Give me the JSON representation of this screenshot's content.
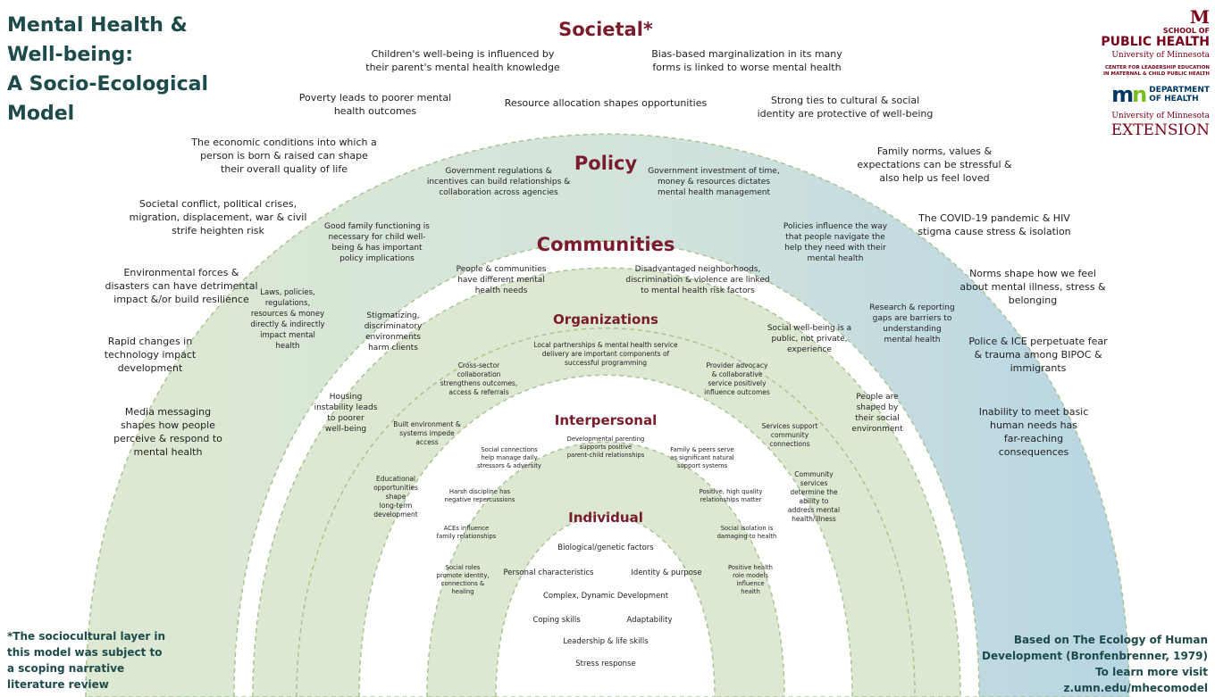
{
  "title": [
    "Mental Health &",
    "Well-being:",
    "A Socio-Ecological",
    "Model"
  ],
  "footnote": [
    "*The sociocultural layer in",
    "this model was subject to",
    "a scoping narrative",
    "literature review"
  ],
  "credit": [
    "Based on The Ecology of Human",
    "Development (Bronfenbrenner, 1979)",
    "To learn more visit",
    "z.umn.edu/mhecomodel"
  ],
  "logos": {
    "umn_mark": "M",
    "sph_school_of": "SCHOOL OF",
    "sph_public_health": "PUBLIC HEALTH",
    "umn_name_1": "University of Minnesota",
    "center_lead_1": "CENTER FOR LEADERSHIP EDUCATION",
    "center_lead_2": "IN MATERNAL & CHILD PUBLIC HEALTH",
    "mdh_department": "DEPARTMENT",
    "mdh_of_health": "OF HEALTH",
    "umn_name_2": "University of Minnesota",
    "extension": "EXTENSION"
  },
  "colors": {
    "societal_fill": "#c2dbe0",
    "societal_fill_light": "#dde9d8",
    "green_fill": "#dde8d2",
    "white_fill": "#ffffff",
    "ring_border": "#a9c493",
    "layer_title": "#7a1c2e",
    "title_text": "#1d4a4a"
  },
  "layers": {
    "societal": {
      "title": "Societal*",
      "items": [
        [
          "Children's well-being is influenced by",
          "their parent's mental health knowledge"
        ],
        [
          "Bias-based marginalization in its many",
          "forms is linked to worse mental health"
        ],
        [
          "Poverty leads to poorer mental",
          "health outcomes"
        ],
        [
          "Resource allocation shapes opportunities"
        ],
        [
          "Strong ties to cultural & social",
          "identity are protective of well-being"
        ],
        [
          "The economic conditions into which a",
          "person is born & raised can shape",
          "their overall quality of life"
        ],
        [
          "Family norms, values &",
          "expectations can be stressful &",
          "also help us feel loved"
        ],
        [
          "Societal conflict, political crises,",
          "migration, displacement, war & civil",
          "strife heighten risk"
        ],
        [
          "The COVID-19 pandemic & HIV",
          "stigma cause stress & isolation"
        ],
        [
          "Environmental forces &",
          "disasters can have detrimental",
          "impact &/or build resilience"
        ],
        [
          "Norms shape how we feel",
          "about mental illness, stress &",
          "belonging"
        ],
        [
          "Rapid changes in",
          "technology impact",
          "development"
        ],
        [
          "Police & ICE perpetuate fear",
          "& trauma among BIPOC &",
          "immigrants"
        ],
        [
          "Media messaging",
          "shapes how people",
          "perceive & respond to",
          "mental health"
        ],
        [
          "Inability to meet basic",
          "human needs has",
          "far-reaching",
          "consequences"
        ]
      ]
    },
    "policy": {
      "title": "Policy",
      "items": [
        [
          "Government regulations &",
          "incentives can build relationships &",
          "collaboration across agencies"
        ],
        [
          "Government investment of time,",
          "money & resources dictates",
          "mental health management"
        ],
        [
          "Good family functioning is",
          "necessary for child well-",
          "being & has important",
          "policy implications"
        ],
        [
          "Policies influence the way",
          "that people navigate the",
          "help they need with their",
          "mental health"
        ],
        [
          "Laws, policies,",
          "regulations,",
          "resources & money",
          "directly & indirectly",
          "impact mental",
          "health"
        ],
        [
          "Research & reporting",
          "gaps are barriers to",
          "understanding",
          "mental health"
        ]
      ]
    },
    "communities": {
      "title": "Communities",
      "items": [
        [
          "People & communities",
          "have different mental",
          "health needs"
        ],
        [
          "Disadvantaged neighborhoods,",
          "discrimination & violence are linked",
          "to mental health risk factors"
        ],
        [
          "Stigmatizing,",
          "discriminatory",
          "environments",
          "harm clients"
        ],
        [
          "Social well-being is a",
          "public, not private,",
          "experience"
        ],
        [
          "Housing",
          "instability leads",
          "to poorer",
          "well-being"
        ],
        [
          "People are",
          "shaped by",
          "their social",
          "environment"
        ]
      ]
    },
    "organizations": {
      "title": "Organizations",
      "items": [
        [
          "Local partnerships & mental health service",
          "delivery are important components of",
          "successful programming"
        ],
        [
          "Cross-sector",
          "collaboration",
          "strengthens outcomes,",
          "access & referrals"
        ],
        [
          "Provider advocacy",
          "& collaborative",
          "service positively",
          "influence outcomes"
        ],
        [
          "Built environment &",
          "systems impede",
          "access"
        ],
        [
          "Services support",
          "community",
          "connections"
        ],
        [
          "Educational",
          "opportunities",
          "shape",
          "long-term",
          "development"
        ],
        [
          "Community",
          "services",
          "determine the",
          "ability to",
          "address mental",
          "health/illness"
        ]
      ]
    },
    "interpersonal": {
      "title": "Interpersonal",
      "items": [
        [
          "Developmental parenting",
          "supports positive",
          "parent-child relationships"
        ],
        [
          "Social connections",
          "help manage daily",
          "stressors & adversity"
        ],
        [
          "Family & peers serve",
          "as significant natural",
          "support systems"
        ],
        [
          "Harsh discipline has",
          "negative repercussions"
        ],
        [
          "Positive, high quality",
          "relationships matter"
        ],
        [
          "ACEs influence",
          "family relationships"
        ],
        [
          "Social isolation is",
          "damaging to health"
        ],
        [
          "Social roles",
          "promote identity,",
          "connections &",
          "healing"
        ],
        [
          "Positive health",
          "role models",
          "influence",
          "health"
        ]
      ]
    },
    "individual": {
      "title": "Individual",
      "items": [
        [
          "Biological/genetic factors"
        ],
        [
          "Personal characteristics"
        ],
        [
          "Identity & purpose"
        ],
        [
          "Complex, Dynamic Development"
        ],
        [
          "Coping skills"
        ],
        [
          "Adaptability"
        ],
        [
          "Leadership & life skills"
        ],
        [
          "Stress response"
        ]
      ]
    }
  }
}
